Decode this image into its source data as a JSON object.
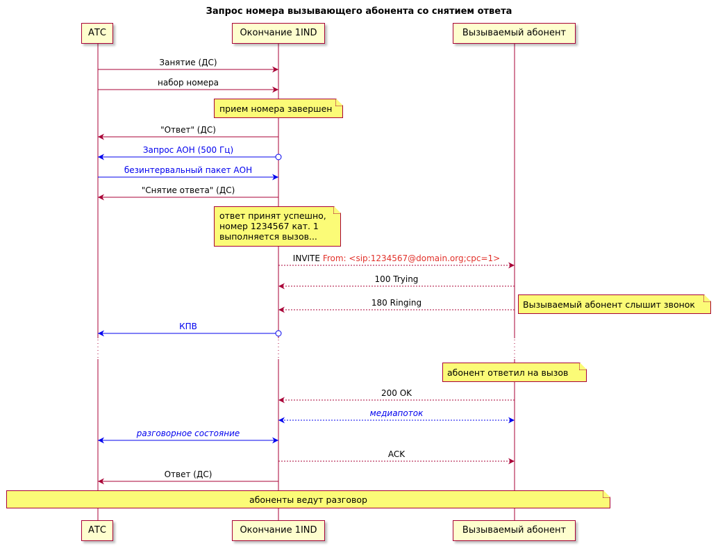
{
  "title": "Запрос номера вызывающего абонента со снятием ответа",
  "participants": {
    "atc": "АТС",
    "ind": "Окончание 1IND",
    "callee": "Вызываемый абонент"
  },
  "messages": {
    "m1": "Занятие (ДС)",
    "m2": "набор номера",
    "m3": "\"Ответ\" (ДС)",
    "m4": "Запрос АОН (500 Гц)",
    "m5": "безинтервальный пакет АОН",
    "m6": "\"Снятие ответа\" (ДС)",
    "m7_prefix": "INVITE",
    "m7_from": "From: <sip:1234567@domain.org;cpc=1>",
    "m8": "100 Trying",
    "m9": "180 Ringing",
    "m10": "КПВ",
    "m11": "200 OK",
    "m12": "медиапоток",
    "m13": "разговорное состояние",
    "m14": "ACK",
    "m15": "Ответ (ДС)"
  },
  "notes": {
    "n1": "прием номера завершен",
    "n2_l1": "ответ принят успешно,",
    "n2_l2": "номер 1234567 кат. 1",
    "n2_l3": "выполняется вызов...",
    "n3": "Вызываемый абонент слышит звонок",
    "n4": "абонент ответил на вызов",
    "n5": "абоненты ведут разговор"
  },
  "colors": {
    "lifeline": "#A80036",
    "message_red": "#A80036",
    "message_blue": "#0000EE",
    "from_text": "#E2312A",
    "participant_fill": "#FEFECE",
    "note_fill": "#FBFB77"
  }
}
